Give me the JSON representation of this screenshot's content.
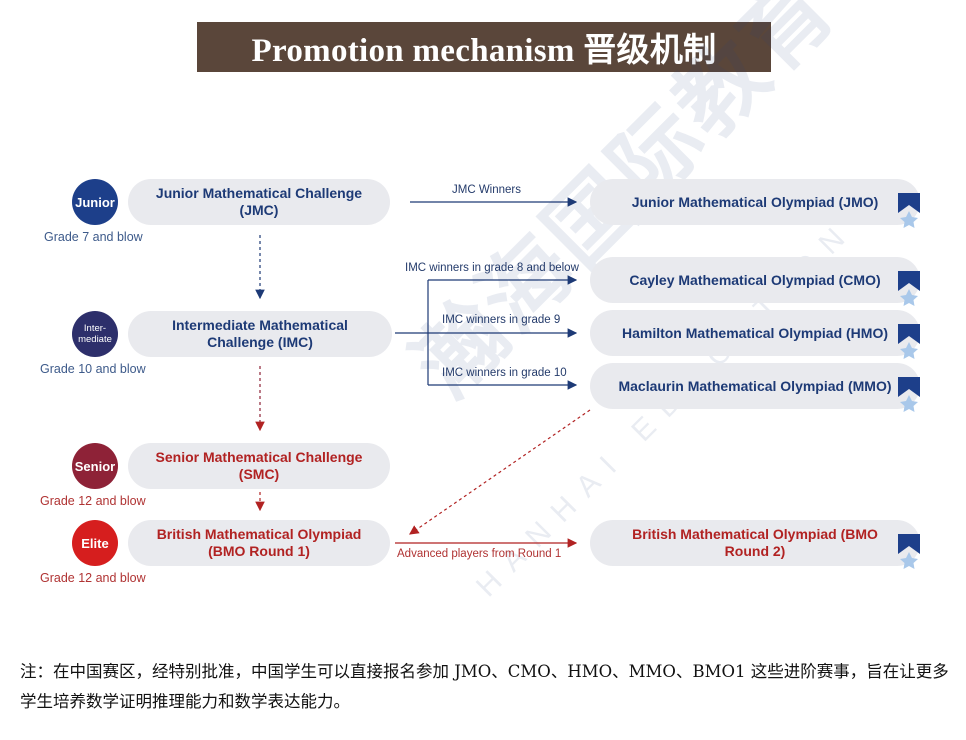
{
  "title": "Promotion mechanism  晋级机制",
  "levels": {
    "junior": {
      "badge": "Junior",
      "name": "Junior Mathematical Challenge (JMC)",
      "grade": "Grade 7 and blow",
      "color": "#1d3f8a"
    },
    "intermediate": {
      "badge": "Inter-\nmediate",
      "name": "Intermediate Mathematical Challenge (IMC)",
      "grade": "Grade 10 and blow",
      "color": "#2d2f6b"
    },
    "senior": {
      "badge": "Senior",
      "name": "Senior Mathematical Challenge (SMC)",
      "grade": "Grade 12 and blow",
      "color": "#8e2237"
    },
    "elite": {
      "badge": "Elite",
      "name": "British Mathematical Olympiad (BMO Round 1)",
      "grade": "Grade 12 and blow",
      "color": "#d61e1e"
    }
  },
  "olympiads": {
    "jmo": "Junior Mathematical Olympiad (JMO)",
    "cmo": "Cayley Mathematical Olympiad (CMO)",
    "hmo": "Hamilton Mathematical Olympiad (HMO)",
    "mmo": "Maclaurin Mathematical Olympiad (MMO)",
    "bmo2": "British Mathematical Olympiad (BMO Round 2)"
  },
  "edges": {
    "jmc_winners": "JMC Winners",
    "imc_grade8": "IMC winners in grade 8 and below",
    "imc_grade9": "IMC winners in grade 9",
    "imc_grade10": "IMC winners in grade 10",
    "advanced": "Advanced players from Round 1"
  },
  "watermark": {
    "cn": "瀚海国际教育",
    "en": "HANHAI EDUCATION"
  },
  "note": "注：在中国赛区，经特别批准，中国学生可以直接报名参加 JMO、CMO、HMO、MMO、BMO1 这些进阶赛事，旨在让更多学生培养数学证明推理能力和数学表达能力。",
  "colors": {
    "navy": "#1d3a76",
    "red": "#b12222",
    "title_bg": "#5a463a",
    "pill_bg": "#e9eaee"
  }
}
